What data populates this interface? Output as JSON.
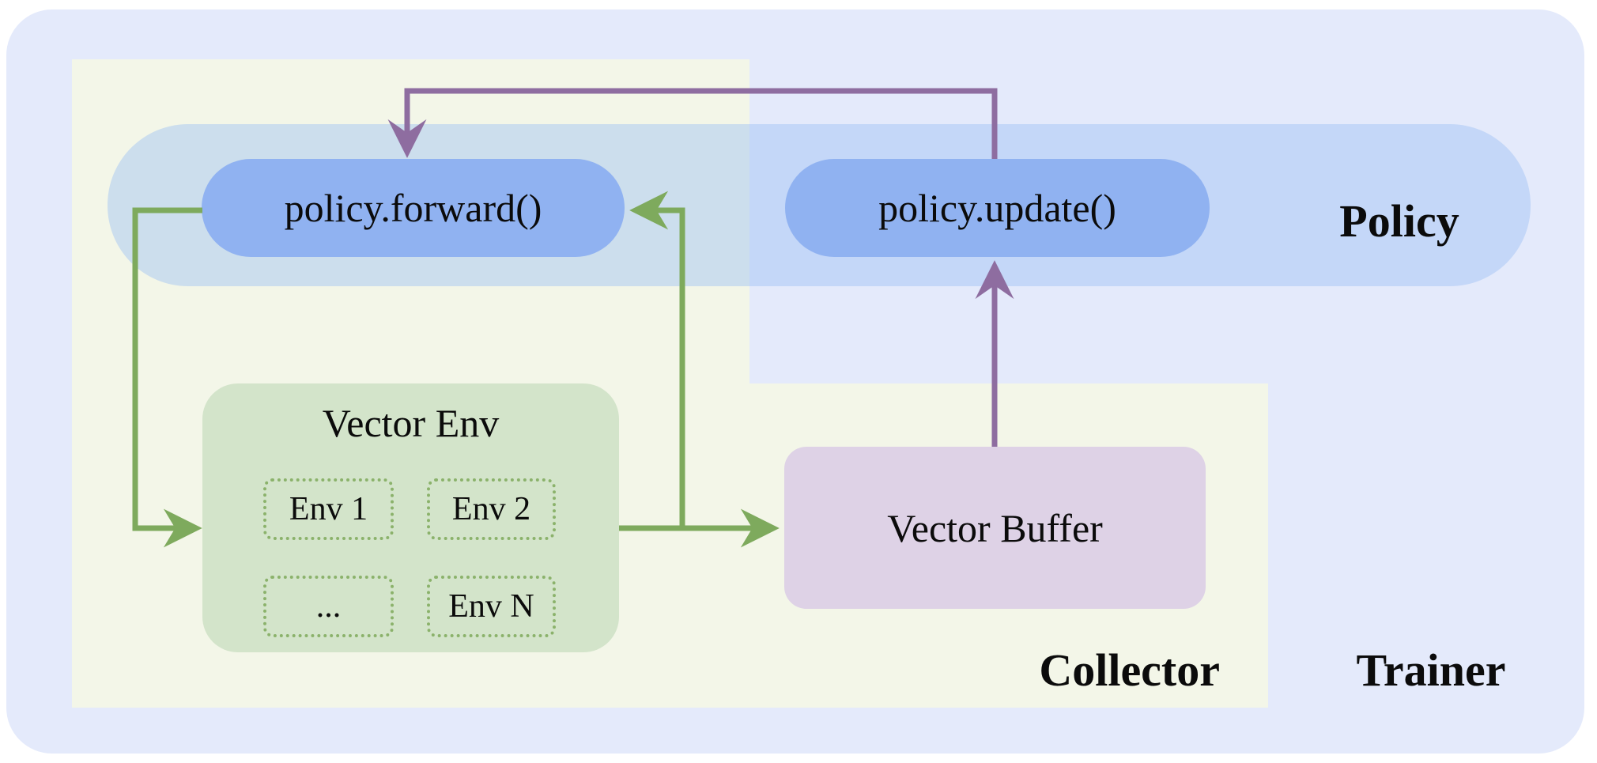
{
  "diagram": {
    "outer": {
      "label": "Trainer"
    },
    "collector": {
      "label": "Collector"
    },
    "policy": {
      "label": "Policy",
      "forward": "policy.forward()",
      "update": "policy.update()"
    },
    "vector_env": {
      "title": "Vector Env",
      "cells": [
        "Env 1",
        "Env 2",
        "...",
        "Env N"
      ]
    },
    "vector_buffer": {
      "label": "Vector Buffer"
    },
    "colors": {
      "trainer_bg": "#e4eafb",
      "collector_bg": "#f3f6e8",
      "policy_band": "#c9daf8",
      "node_pill": "#90b2f1",
      "env_box_bg": "#d3e4ca",
      "env_cell_border": "#8bb26b",
      "buffer_bg": "#ded2e6",
      "arrow_green": "#7eaa5d",
      "arrow_purple": "#8e6da0",
      "text": "#0b0b0b"
    }
  }
}
